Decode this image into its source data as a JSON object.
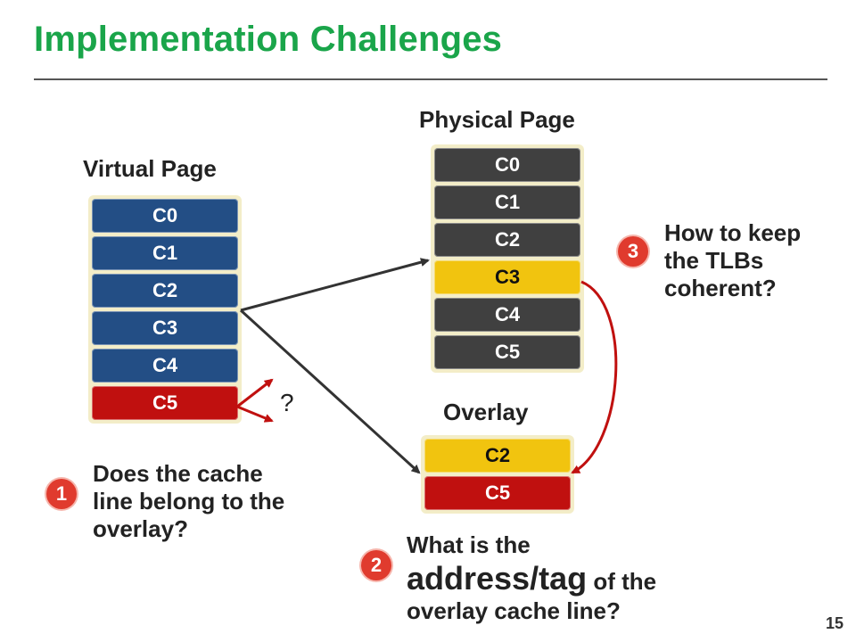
{
  "title": "Implementation Challenges",
  "virtual_page": {
    "label": "Virtual Page",
    "cells": [
      {
        "text": "C0",
        "color": "#234e85"
      },
      {
        "text": "C1",
        "color": "#234e85"
      },
      {
        "text": "C2",
        "color": "#234e85"
      },
      {
        "text": "C3",
        "color": "#234e85"
      },
      {
        "text": "C4",
        "color": "#234e85"
      },
      {
        "text": "C5",
        "color": "#c0100f"
      }
    ]
  },
  "physical_page": {
    "label": "Physical Page",
    "cells": [
      {
        "text": "C0",
        "color": "#404040"
      },
      {
        "text": "C1",
        "color": "#404040"
      },
      {
        "text": "C2",
        "color": "#404040"
      },
      {
        "text": "C3",
        "color": "#f1c40f",
        "text_color": "#111111"
      },
      {
        "text": "C4",
        "color": "#404040"
      },
      {
        "text": "C5",
        "color": "#404040"
      }
    ]
  },
  "overlay": {
    "label": "Overlay",
    "cells": [
      {
        "text": "C2",
        "color": "#f1c40f",
        "text_color": "#111111"
      },
      {
        "text": "C5",
        "color": "#c0100f"
      }
    ]
  },
  "question_mark": "?",
  "challenges": [
    {
      "num": "1",
      "text": "Does the cache line belong to the overlay?"
    },
    {
      "num": "2",
      "pre": "What is the",
      "big": "address/tag",
      "post": "of the",
      "line3": "overlay cache line?"
    },
    {
      "num": "3",
      "text": "How to keep the TLBs coherent?"
    }
  ],
  "page_number": "15",
  "colors": {
    "title": "#1aa54a",
    "badge": "#e03b2e",
    "arrow_dark": "#333333",
    "arrow_red": "#c0100f"
  }
}
